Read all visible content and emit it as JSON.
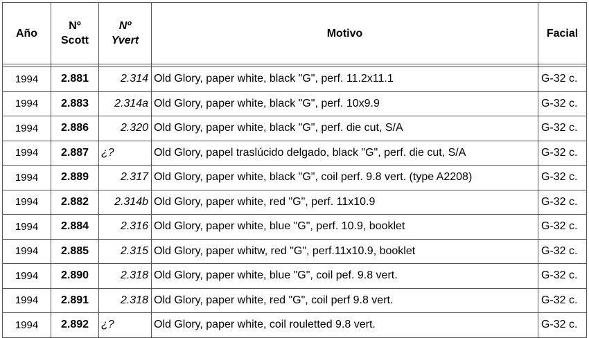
{
  "headers": {
    "year": "Año",
    "scott_top": "Nº",
    "scott_bottom": "Scott",
    "yvert_top": "Nº",
    "yvert_bottom": "Yvert",
    "motivo": "Motivo",
    "facial": "Facial"
  },
  "rows": [
    {
      "year": "1994",
      "scott": "2.881",
      "yvert": "2.314",
      "motivo": "Old Glory, paper white, black \"G\", perf. 11.2x11.1",
      "facial": "G-32 c."
    },
    {
      "year": "1994",
      "scott": "2.883",
      "yvert": "2.314a",
      "motivo": "Old Glory, paper white, black \"G\", perf. 10x9.9",
      "facial": "G-32 c."
    },
    {
      "year": "1994",
      "scott": "2.886",
      "yvert": "2.320",
      "motivo": "Old Glory, paper white, black \"G\", perf. die cut, S/A",
      "facial": "G-32 c."
    },
    {
      "year": "1994",
      "scott": "2.887",
      "yvert": "¿?",
      "motivo": "Old Glory, papel traslúcido delgado, black \"G\", perf. die cut, S/A",
      "facial": "G-32 c."
    },
    {
      "year": "1994",
      "scott": "2.889",
      "yvert": "2.317",
      "motivo": "Old Glory, paper white, black \"G\", coil perf. 9.8 vert. (type A2208)",
      "facial": "G-32 c."
    },
    {
      "year": "1994",
      "scott": "2.882",
      "yvert": "2.314b",
      "motivo": "Old Glory, paper white, red \"G\", perf. 11x10.9",
      "facial": "G-32 c."
    },
    {
      "year": "1994",
      "scott": "2.884",
      "yvert": "2.316",
      "motivo": "Old Glory, paper white, blue \"G\", perf. 10.9, booklet",
      "facial": "G-32 c."
    },
    {
      "year": "1994",
      "scott": "2.885",
      "yvert": "2.315",
      "motivo": "Old Glory, paper whitw, red \"G\", perf.11x10.9, booklet",
      "facial": "G-32 c."
    },
    {
      "year": "1994",
      "scott": "2.890",
      "yvert": "2.318",
      "motivo": "Old Glory, paper white, blue \"G\", coil pef. 9.8 vert.",
      "facial": "G-32 c."
    },
    {
      "year": "1994",
      "scott": "2.891",
      "yvert": "2.318",
      "motivo": "Old Glory, paper white, red \"G\", coil perf 9.8 vert.",
      "facial": "G-32 c."
    },
    {
      "year": "1994",
      "scott": "2.892",
      "yvert": "¿?",
      "motivo": "Old Glory, paper white, coil rouletted 9.8 vert.",
      "facial": "G-32 c."
    }
  ]
}
